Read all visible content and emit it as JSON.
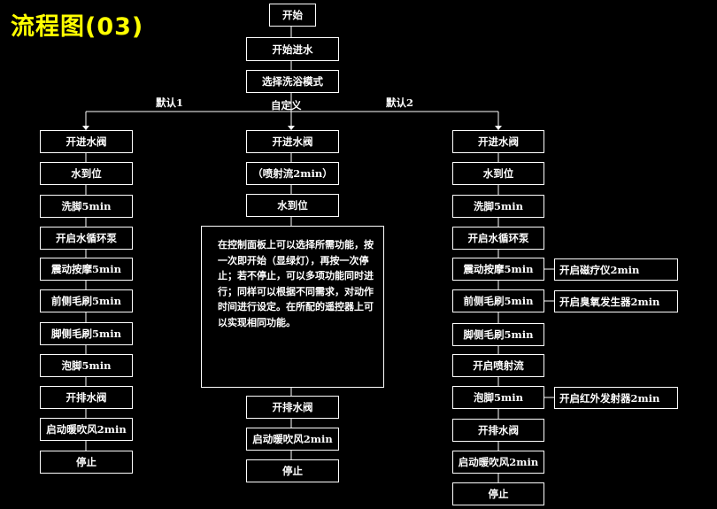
{
  "title": "流程图(03)",
  "top": {
    "start": "开始",
    "water_in": "开始进水",
    "select_mode": "选择洗浴模式"
  },
  "branch_labels": {
    "default1": "默认1",
    "custom": "自定义",
    "default2": "默认2"
  },
  "left_steps": [
    "开进水阀",
    "水到位",
    "洗脚5min",
    "开启水循环泵",
    "震动按摩5min",
    "前侧毛刷5min",
    "脚侧毛刷5min",
    "泡脚5min",
    "开排水阀",
    "启动暖吹风2min",
    "停止"
  ],
  "mid_steps_top": [
    "开进水阀",
    "（喷射流2min）",
    "水到位"
  ],
  "mid_note": "在控制面板上可以选择所需功能，按一次即开始（显绿灯），再按一次停止；若不停止，可以多项功能同时进行；同样可以根据不同需求，对动作时间进行设定。在所配的遥控器上可以实现相同功能。",
  "mid_steps_bottom": [
    "开排水阀",
    "启动暖吹风2min",
    "停止"
  ],
  "right_steps": [
    "开进水阀",
    "水到位",
    "洗脚5min",
    "开启水循环泵",
    "震动按摩5min",
    "前侧毛刷5min",
    "脚侧毛刷5min",
    "开启喷射流",
    "泡脚5min",
    "开排水阀",
    "启动暖吹风2min",
    "停止"
  ],
  "right_side": {
    "magnetic": "开启磁疗仪2min",
    "ozone": "开启臭氧发生器2min",
    "infrared": "开启红外发射器2min"
  }
}
